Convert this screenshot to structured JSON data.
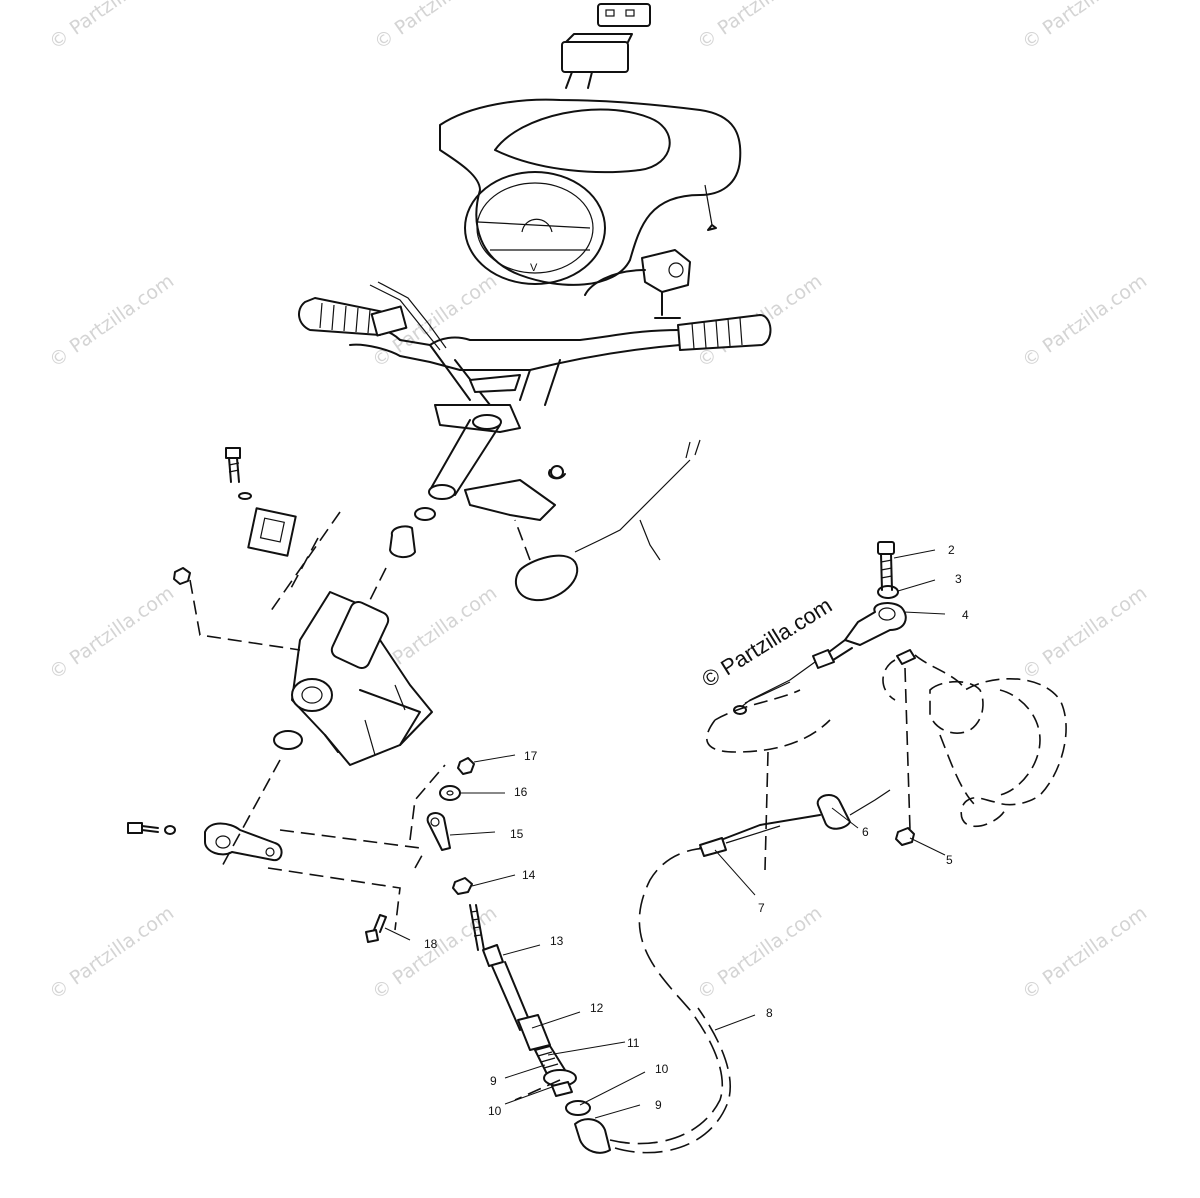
{
  "watermark": {
    "repeat_text": "© Partzilla.com",
    "main_text": "© Partzilla.com"
  },
  "callouts": {
    "c2": "2",
    "c3": "3",
    "c4": "4",
    "c5": "5",
    "c6": "6",
    "c7": "7",
    "c8": "8",
    "c9a": "9",
    "c9b": "9",
    "c10a": "10",
    "c10b": "10",
    "c11": "11",
    "c12": "12",
    "c13": "13",
    "c14": "14",
    "c15": "15",
    "c16": "16",
    "c17": "17",
    "c18": "18"
  }
}
